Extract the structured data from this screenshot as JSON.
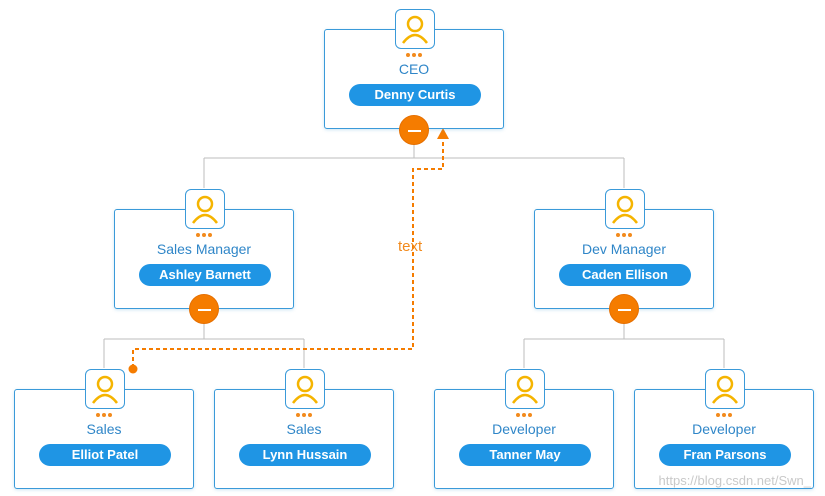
{
  "nodes": [
    {
      "id": "ceo",
      "title": "CEO",
      "name": "Denny Curtis"
    },
    {
      "id": "sales_manager",
      "title": "Sales Manager",
      "name": "Ashley Barnett"
    },
    {
      "id": "dev_manager",
      "title": "Dev Manager",
      "name": "Caden Ellison"
    },
    {
      "id": "sales1",
      "title": "Sales",
      "name": "Elliot Patel"
    },
    {
      "id": "sales2",
      "title": "Sales",
      "name": "Lynn Hussain"
    },
    {
      "id": "dev1",
      "title": "Developer",
      "name": "Tanner May"
    },
    {
      "id": "dev2",
      "title": "Developer",
      "name": "Fran Parsons"
    }
  ],
  "edge_label": "text",
  "watermark": "https://blog.csdn.net/Swn_",
  "colors": {
    "border": "#3a9ad9",
    "name_pill": "#1f95e4",
    "title_text": "#2f86c8",
    "toggle": "#f57c00",
    "accent": "#f28a1c",
    "connector": "#bdbdbd"
  },
  "icons": {
    "avatar": "person-icon",
    "collapse": "minus-icon"
  }
}
